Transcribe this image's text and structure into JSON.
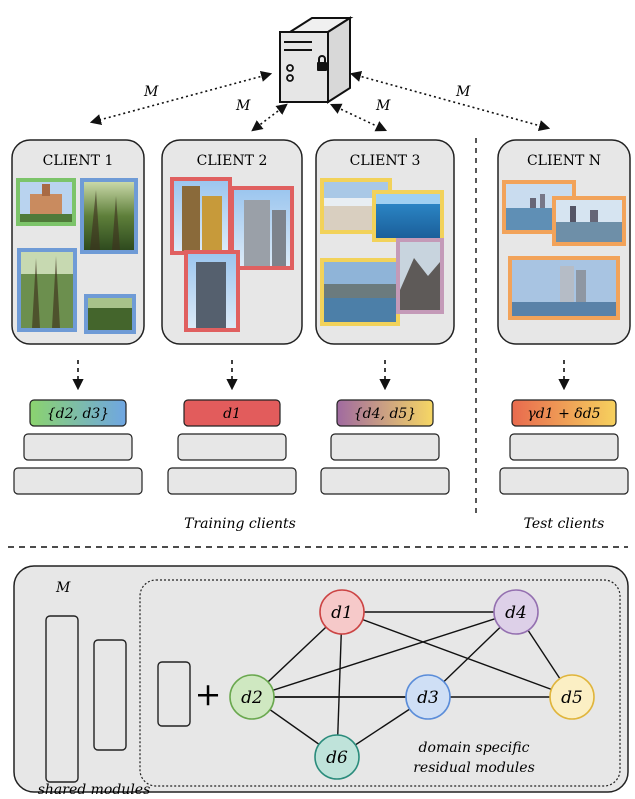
{
  "top": {
    "server_icon": "server-lock-icon",
    "model_label": "M"
  },
  "clients": [
    {
      "id": "c1",
      "title": "CLIENT 1",
      "domain_label": "{d2, d3}",
      "photo_colors": [
        "#7cc46a",
        "#6f9bd6",
        "#6f9bd6",
        "#6f9bd6"
      ],
      "bar_gradient": [
        "#8bd36e",
        "#6fa6e3"
      ]
    },
    {
      "id": "c2",
      "title": "CLIENT 2",
      "domain_label": "d1",
      "photo_colors": [
        "#e06060",
        "#e06060",
        "#e06060"
      ],
      "bar_gradient": [
        "#e25c5c",
        "#e25c5c"
      ]
    },
    {
      "id": "c3",
      "title": "CLIENT 3",
      "domain_label": "{d4, d5}",
      "photo_colors": [
        "#f2d25a",
        "#f2d25a",
        "#f2d25a",
        "#c49ab8"
      ],
      "bar_gradient": [
        "#a06aa0",
        "#f6d764"
      ]
    },
    {
      "id": "cN",
      "title": "CLIENT N",
      "domain_label": "γd1 + δd5",
      "photo_colors": [
        "#f2a35a",
        "#f2a35a",
        "#f2a35a"
      ],
      "bar_gradient": [
        "#e86a4e",
        "#f6d15e"
      ]
    }
  ],
  "captions": {
    "training": "Training clients",
    "test": "Test clients"
  },
  "bottom": {
    "model_label": "M",
    "shared_label": "shared modules",
    "residual_label_1": "domain specific",
    "residual_label_2": "residual modules",
    "plus": "+",
    "nodes": [
      {
        "id": "d1",
        "label": "d1",
        "fill": "#f6c9c9",
        "stroke": "#cc4444"
      },
      {
        "id": "d2",
        "label": "d2",
        "fill": "#cfe8c1",
        "stroke": "#6aa84f"
      },
      {
        "id": "d3",
        "label": "d3",
        "fill": "#cfdff5",
        "stroke": "#5b8dd9"
      },
      {
        "id": "d4",
        "label": "d4",
        "fill": "#ddd0e8",
        "stroke": "#9470b0"
      },
      {
        "id": "d5",
        "label": "d5",
        "fill": "#fbefc4",
        "stroke": "#e0b53c"
      },
      {
        "id": "d6",
        "label": "d6",
        "fill": "#bfe3da",
        "stroke": "#2b8c7c"
      }
    ],
    "edges": [
      [
        "d1",
        "d2"
      ],
      [
        "d1",
        "d4"
      ],
      [
        "d1",
        "d5"
      ],
      [
        "d1",
        "d6"
      ],
      [
        "d2",
        "d4"
      ],
      [
        "d2",
        "d3"
      ],
      [
        "d2",
        "d5"
      ],
      [
        "d2",
        "d6"
      ],
      [
        "d3",
        "d6"
      ],
      [
        "d3",
        "d4"
      ],
      [
        "d4",
        "d5"
      ]
    ]
  }
}
